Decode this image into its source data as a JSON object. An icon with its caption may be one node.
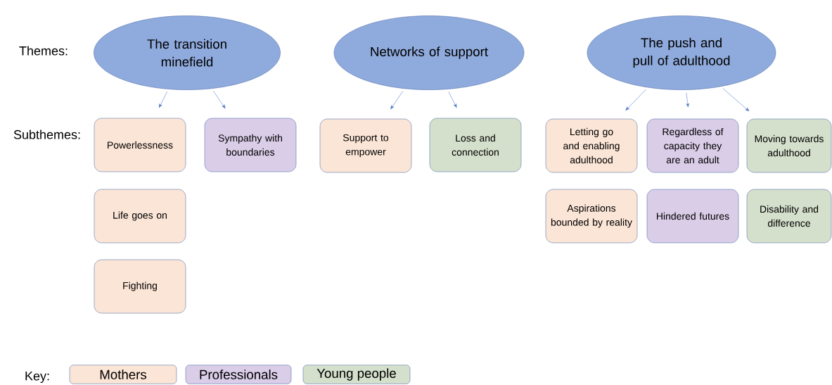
{
  "diagram": {
    "nodes": [
      {
        "text": [
          "The transition minefield"
        ]
      },
      {
        "text": [
          "Networks of support"
        ]
      },
      {
        "text": [
          "The push and pull of adulthood"
        ]
      },
      {
        "text": [
          "Powerlessness"
        ]
      },
      {
        "text": [
          "Life goes on"
        ]
      },
      {
        "text": [
          "Fighting"
        ]
      },
      {
        "text": [
          "Sympathy with boundaries"
        ]
      },
      {
        "text": [
          "Support to empower"
        ]
      },
      {
        "text": [
          "Loss and connection"
        ]
      },
      {
        "text": [
          "Letting go and enabling adulthood"
        ]
      },
      {
        "text": [
          "Aspirations bounded by reality"
        ]
      },
      {
        "text": [
          "Regardless of capacity they are an adult"
        ]
      },
      {
        "text": [
          "Hindered futures"
        ]
      },
      {
        "text": [
          "Moving towards adulthood"
        ]
      },
      {
        "text": [
          "Disability and difference"
        ]
      }
    ],
    "edges": [
      {
        "from": 0,
        "to": 3,
        "arrow": "to"
      },
      {
        "from": 0,
        "to": 6,
        "arrow": "to"
      },
      {
        "from": 1,
        "to": 7,
        "arrow": "to"
      },
      {
        "from": 1,
        "to": 8,
        "arrow": "to"
      },
      {
        "from": 2,
        "to": 9,
        "arrow": "to"
      },
      {
        "from": 2,
        "to": 11,
        "arrow": "to"
      },
      {
        "from": 2,
        "to": 13,
        "arrow": "to"
      }
    ],
    "labels": [
      "Themes:",
      "Subthemes:",
      "Key:"
    ],
    "legend": [
      {
        "text": "Mothers",
        "color": "#fbe5d6"
      },
      {
        "text": "Professionals",
        "color": "#dacde8"
      },
      {
        "text": "Young people",
        "color": "#d5e0cc"
      }
    ]
  }
}
